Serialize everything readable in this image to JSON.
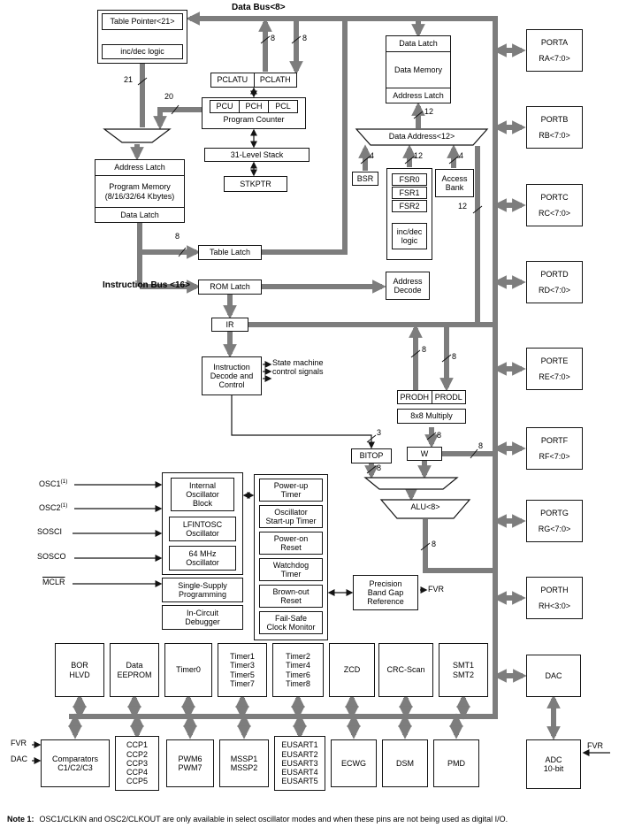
{
  "labels": {
    "data_bus": "Data Bus<8>",
    "instruction_bus": "Instruction Bus <16>",
    "table_pointer": "Table Pointer<21>",
    "inc_dec": "inc/dec logic",
    "inc_dec_2l": "inc/dec\nlogic",
    "pclatu": "PCLATU",
    "pclath": "PCLATH",
    "pcu": "PCU",
    "pch": "PCH",
    "pcl": "PCL",
    "program_counter": "Program Counter",
    "stack": "31-Level Stack",
    "stkptr": "STKPTR",
    "address_latch": "Address Latch",
    "program_memory": "Program Memory\n(8/16/32/64 Kbytes)",
    "data_latch": "Data Latch",
    "table_latch": "Table Latch",
    "rom_latch": "ROM Latch",
    "ir": "IR",
    "instr_decode": "Instruction\nDecode and\nControl",
    "state_machine": "State machine\ncontrol signals",
    "data_memory": "Data Memory",
    "data_address": "Data Address<12>",
    "bsr": "BSR",
    "fsr0": "FSR0",
    "fsr1": "FSR1",
    "fsr2": "FSR2",
    "access_bank": "Access\nBank",
    "address_decode": "Address\nDecode",
    "prodh": "PRODH",
    "prodl": "PRODL",
    "mult": "8x8 Multiply",
    "bitop": "BITOP",
    "w": "W",
    "alu": "ALU<8>",
    "osc1": "OSC1",
    "osc2": "OSC2",
    "sup1": "(1)",
    "sosci": "SOSCI",
    "sosco": "SOSCO",
    "mclr": "MCLR",
    "internal_osc": "Internal\nOscillator\nBlock",
    "lfintosc": "LFINTOSC\nOscillator",
    "mhz64": "64 MHz\nOscillator",
    "single_supply": "Single-Supply\nProgramming",
    "in_circuit": "In-Circuit\nDebugger",
    "powerup": "Power-up\nTimer",
    "ost": "Oscillator\nStart-up Timer",
    "por": "Power-on\nReset",
    "wdt": "Watchdog\nTimer",
    "brownout": "Brown-out\nReset",
    "fscm": "Fail-Safe\nClock Monitor",
    "precision": "Precision\nBand Gap\nReference",
    "fvr": "FVR",
    "dac_lbl": "DAC",
    "bor_hlvd": "BOR\nHLVD",
    "data_eeprom": "Data\nEEPROM",
    "timer0": "Timer0",
    "timers_odd": "Timer1\nTimer3\nTimer5\nTimer7",
    "timers_even": "Timer2\nTimer4\nTimer6\nTimer8",
    "zcd": "ZCD",
    "crc": "CRC-Scan",
    "smt": "SMT1\nSMT2",
    "dac": "DAC",
    "comparators": "Comparators\nC1/C2/C3",
    "ccp": "CCP1\nCCP2\nCCP3\nCCP4\nCCP5",
    "pwm": "PWM6\nPWM7",
    "mssp": "MSSP1\nMSSP2",
    "eusart": "EUSART1\nEUSART2\nEUSART3\nEUSART4\nEUSART5",
    "ecwg": "ECWG",
    "dsm": "DSM",
    "pmd": "PMD",
    "adc": "ADC\n10-bit"
  },
  "nums": {
    "n3": "3",
    "n4": "4",
    "n8": "8",
    "n12": "12",
    "n20": "20",
    "n21": "21"
  },
  "ports": [
    {
      "name": "PORTA",
      "pins": "RA<7:0>"
    },
    {
      "name": "PORTB",
      "pins": "RB<7:0>"
    },
    {
      "name": "PORTC",
      "pins": "RC<7:0>"
    },
    {
      "name": "PORTD",
      "pins": "RD<7:0>"
    },
    {
      "name": "PORTE",
      "pins": "RE<7:0>"
    },
    {
      "name": "PORTF",
      "pins": "RF<7:0>"
    },
    {
      "name": "PORTG",
      "pins": "RG<7:0>"
    },
    {
      "name": "PORTH",
      "pins": "RH<3:0>"
    }
  ],
  "note": {
    "prefix": "Note 1:",
    "text": "OSC1/CLKIN and OSC2/CLKOUT are only available in select oscillator modes and when these pins are not being used as digital I/O."
  },
  "colors": {
    "bus": "#7d7d7d",
    "line": "#141414",
    "background": "#ffffff"
  }
}
